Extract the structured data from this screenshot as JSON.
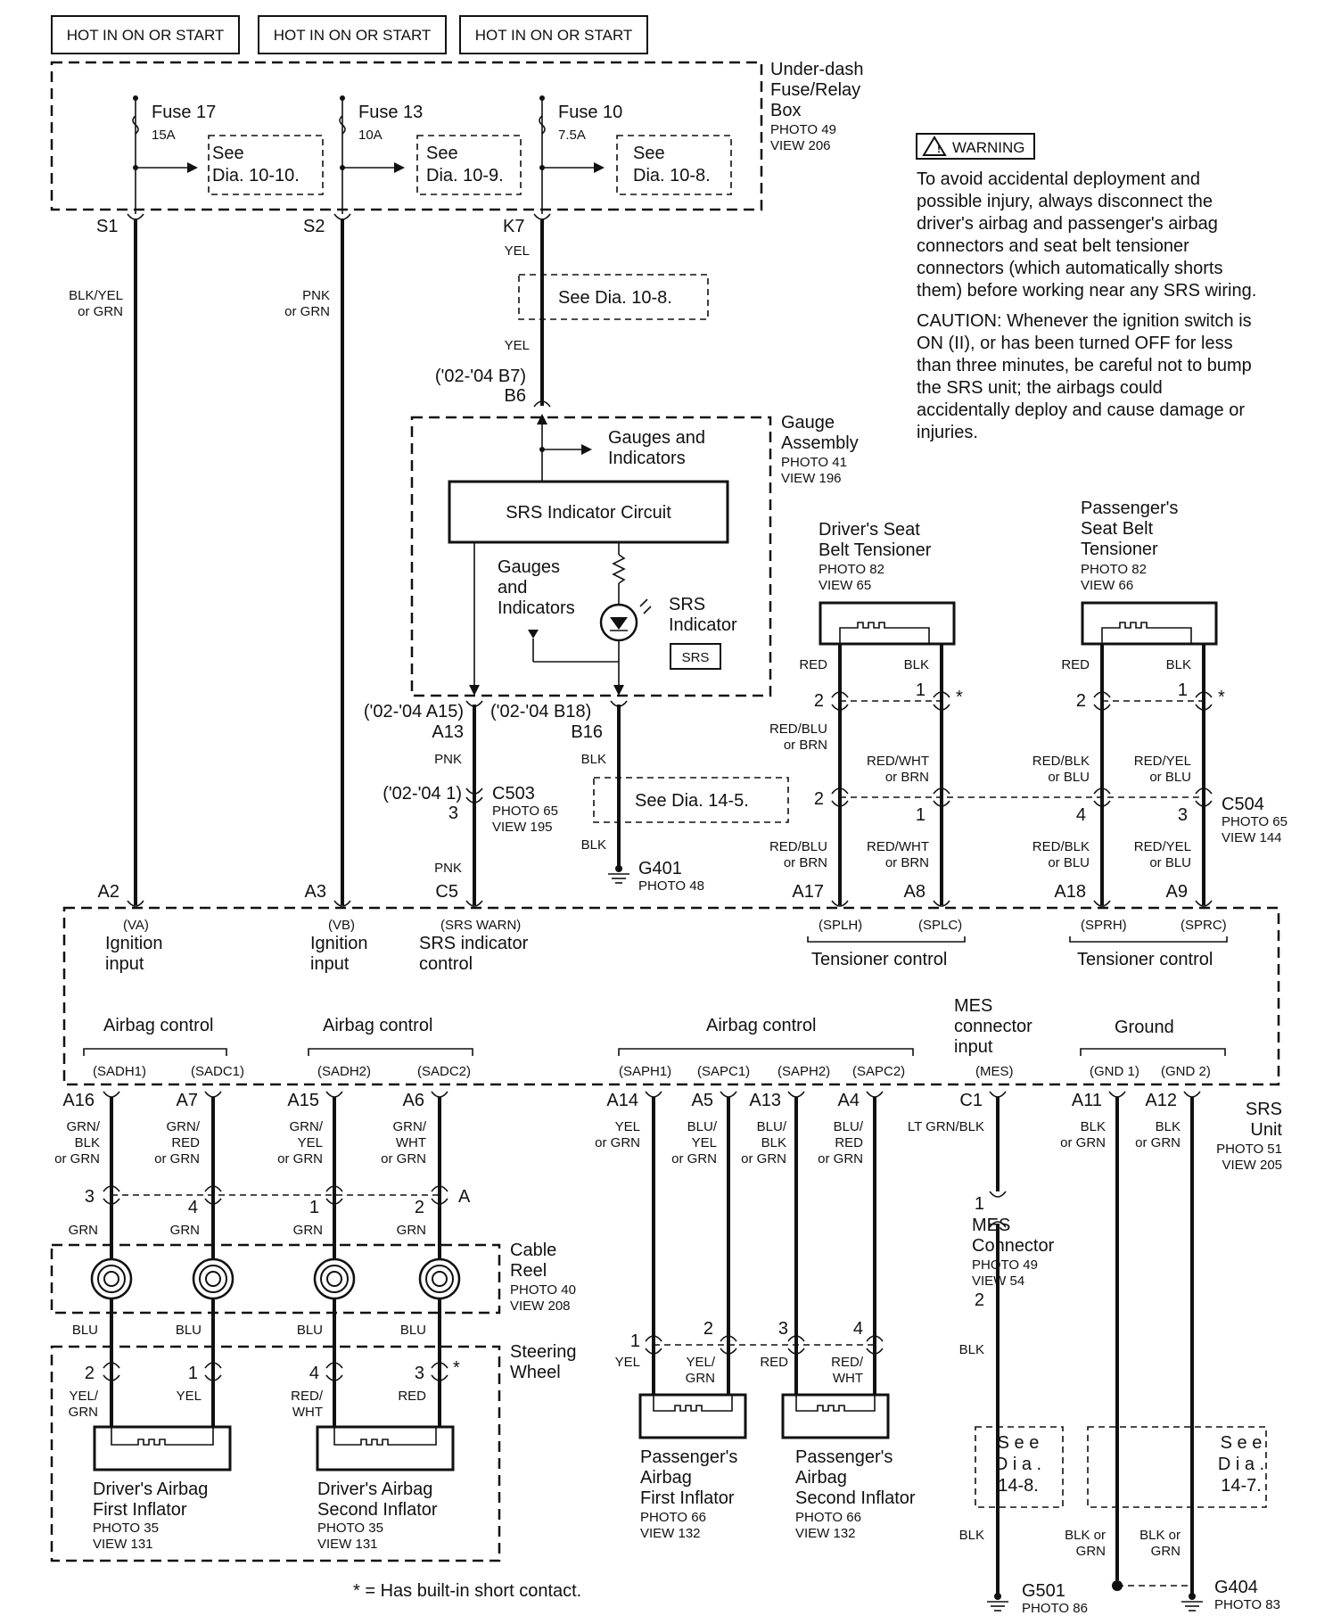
{
  "top": {
    "hot1": "HOT IN ON OR START",
    "hot2": "HOT IN ON OR START",
    "hot3": "HOT IN ON OR START"
  },
  "fusebox": {
    "title_line1": "Under-dash",
    "title_line2": "Fuse/Relay",
    "title_line3": "Box",
    "photo": "PHOTO 49",
    "view": "VIEW 206",
    "fuse17": "Fuse 17",
    "fuse17_amp": "15A",
    "fuse13": "Fuse 13",
    "fuse13_amp": "10A",
    "fuse10": "Fuse 10",
    "fuse10_amp": "7.5A",
    "see_word": "See",
    "dia_1010": "Dia.  10-10.",
    "dia_109": "Dia.  10-9.",
    "dia_108": "Dia.  10-8.",
    "pin_s1": "S1",
    "pin_s2": "S2",
    "pin_k7": "K7"
  },
  "warning": {
    "badge": "WARNING",
    "lines": [
      "To avoid accidental deployment and",
      "possible injury, always disconnect the",
      "driver's airbag and passenger's airbag",
      "connectors and seat belt tensioner",
      "connectors (which automatically shorts",
      "them) before working near any SRS wiring.",
      "CAUTION: Whenever the ignition switch is",
      "ON (II), or has been turned OFF for less",
      "than three minutes, be careful not to bump",
      "the SRS unit; the airbags could",
      "accidentally deploy and cause damage or",
      "injuries."
    ]
  },
  "wires_top": {
    "blkyel_1": "BLK/YEL",
    "blkyel_2": "or GRN",
    "pnk_1": "PNK",
    "pnk_2": "or GRN",
    "yel_a": "YEL",
    "see_108": "See Dia. 10-8.",
    "yel_b": "YEL",
    "b7": "('02-'04 B7)",
    "b6": "B6"
  },
  "gauge": {
    "title1": "Gauge",
    "title2": "Assembly",
    "photo": "PHOTO 41",
    "view": "VIEW 196",
    "gi_1": "Gauges and",
    "gi_2": "Indicators",
    "circuit": "SRS Indicator Circuit",
    "gi2_1": "Gauges",
    "gi2_2": "and",
    "gi2_3": "Indicators",
    "srs_1": "SRS",
    "srs_2": "Indicator",
    "srs_badge": "SRS",
    "a15": "('02-'04 A15)",
    "a13": "A13",
    "b18": "('02-'04 B18)",
    "b16": "B16",
    "pnk": "PNK",
    "blk": "BLK",
    "c503_alt": "('02-'04 1)",
    "c503": "C503",
    "c503_pin": "3",
    "c503_photo": "PHOTO 65",
    "c503_view": "VIEW 195",
    "see_145": "See Dia. 14-5.",
    "pnk2": "PNK",
    "blk2": "BLK",
    "g401": "G401",
    "g401_photo": "PHOTO 48"
  },
  "tensioners": {
    "drv_1": "Driver's Seat",
    "drv_2": "Belt Tensioner",
    "drv_photo": "PHOTO 82",
    "drv_view": "VIEW 65",
    "pas_1": "Passenger's",
    "pas_2": "Seat Belt",
    "pas_3": "Tensioner",
    "pas_photo": "PHOTO 82",
    "pas_view": "VIEW 66",
    "red1": "RED",
    "blk1": "BLK",
    "red2": "RED",
    "blk2": "BLK",
    "p2a": "2",
    "p1a": "1",
    "p2b": "2",
    "p1b": "1",
    "star1": "*",
    "star2": "*",
    "rb_1": "RED/BLU",
    "rb_2": "or BRN",
    "rw_1": "RED/WHT",
    "rw_2": "or BRN",
    "rbk_1": "RED/BLK",
    "rbk_2": "or BLU",
    "ry_1": "RED/YEL",
    "ry_2": "or BLU",
    "c2": "2",
    "c1": "1",
    "c4": "4",
    "c3": "3",
    "c504": "C504",
    "c504_photo": "PHOTO 65",
    "c504_view": "VIEW 144",
    "rb2_1": "RED/BLU",
    "rb2_2": "or BRN",
    "rw2_1": "RED/WHT",
    "rw2_2": "or BRN",
    "rbk2_1": "RED/BLK",
    "rbk2_2": "or BLU",
    "ry2_1": "RED/YEL",
    "ry2_2": "or BLU"
  },
  "srs_unit": {
    "a2": "A2",
    "a3": "A3",
    "c5": "C5",
    "a17": "A17",
    "a8": "A8",
    "a18": "A18",
    "a9": "A9",
    "va": "(VA)",
    "ign1_1": "Ignition",
    "ign1_2": "input",
    "vb": "(VB)",
    "ign2_1": "Ignition",
    "ign2_2": "input",
    "srswarn": "(SRS WARN)",
    "srsctl_1": "SRS indicator",
    "srsctl_2": "control",
    "splh": "(SPLH)",
    "splc": "(SPLC)",
    "tens1": "Tensioner control",
    "sprh": "(SPRH)",
    "sprc": "(SPRC)",
    "tens2": "Tensioner control",
    "abc1": "Airbag control",
    "abc2": "Airbag control",
    "abc3": "Airbag control",
    "mes_1": "MES",
    "mes_2": "connector",
    "mes_3": "input",
    "ground": "Ground",
    "sadh1": "(SADH1)",
    "sadc1": "(SADC1)",
    "sadh2": "(SADH2)",
    "sadc2": "(SADC2)",
    "saph1": "(SAPH1)",
    "sapc1": "(SAPC1)",
    "saph2": "(SAPH2)",
    "sapc2": "(SAPC2)",
    "mes": "(MES)",
    "gnd1": "(GND 1)",
    "gnd2": "(GND 2)",
    "title1": "SRS",
    "title2": "Unit",
    "photo": "PHOTO 51",
    "view": "VIEW 205"
  },
  "bottom": {
    "a16": "A16",
    "a7": "A7",
    "a15": "A15",
    "a6": "A6",
    "a14": "A14",
    "a5": "A5",
    "a13": "A13",
    "a4": "A4",
    "c1": "C1",
    "a11": "A11",
    "a12": "A12",
    "w_a16": [
      "GRN/",
      "BLK",
      "or GRN"
    ],
    "w_a7": [
      "GRN/",
      "RED",
      "or GRN"
    ],
    "w_a15": [
      "GRN/",
      "YEL",
      "or GRN"
    ],
    "w_a6": [
      "GRN/",
      "WHT",
      "or GRN"
    ],
    "w_a14": [
      "YEL",
      "or GRN"
    ],
    "w_a5": [
      "BLU/",
      "YEL",
      "or GRN"
    ],
    "w_a13": [
      "BLU/",
      "BLK",
      "or GRN"
    ],
    "w_a4": [
      "BLU/",
      "RED",
      "or GRN"
    ],
    "w_c1": "LT GRN/BLK",
    "w_a11": [
      "BLK",
      "or GRN"
    ],
    "w_a12": [
      "BLK",
      "or GRN"
    ],
    "pin3": "3",
    "pin4": "4",
    "pin1": "1",
    "pin2": "2",
    "pinA": "A",
    "grn1": "GRN",
    "grn2": "GRN",
    "grn3": "GRN",
    "grn4": "GRN",
    "reel_1": "Cable",
    "reel_2": "Reel",
    "reel_photo": "PHOTO 40",
    "reel_view": "VIEW 208",
    "blu1": "BLU",
    "blu2": "BLU",
    "blu3": "BLU",
    "blu4": "BLU",
    "sw_1": "Steering",
    "sw_2": "Wheel",
    "sp2": "2",
    "sp1": "1",
    "sp4": "4",
    "sp3": "3",
    "sstar": "*",
    "yg_1": "YEL/",
    "yg_2": "GRN",
    "yel": "YEL",
    "rw_1": "RED/",
    "rw_2": "WHT",
    "red": "RED",
    "dab1_1": "Driver's Airbag",
    "dab1_2": "First Inflator",
    "dab1_photo": "PHOTO 35",
    "dab1_view": "VIEW 131",
    "dab2_1": "Driver's Airbag",
    "dab2_2": "Second Inflator",
    "dab2_photo": "PHOTO 35",
    "dab2_view": "VIEW 131",
    "pp1": "1",
    "pp2": "2",
    "pp3": "3",
    "pp4": "4",
    "pyel": "YEL",
    "pyg_1": "YEL/",
    "pyg_2": "GRN",
    "pred": "RED",
    "prw_1": "RED/",
    "prw_2": "WHT",
    "pab1_1": "Passenger's",
    "pab1_2": "Airbag",
    "pab1_3": "First Inflator",
    "pab1_photo": "PHOTO 66",
    "pab1_view": "VIEW 132",
    "pab2_1": "Passenger's",
    "pab2_2": "Airbag",
    "pab2_3": "Second Inflator",
    "pab2_photo": "PHOTO 66",
    "pab2_view": "VIEW 132",
    "mes_pin1": "1",
    "mes_1": "MES",
    "mes_2": "Connector",
    "mes_photo": "PHOTO 49",
    "mes_view": "VIEW 54",
    "mes_pin2": "2",
    "mes_blk": "BLK",
    "see_148_1": "S e e",
    "see_148_2": "D i a .",
    "see_148_3": "14-8.",
    "see_147_1": "S e e",
    "see_147_2": "D i a .",
    "see_147_3": "14-7.",
    "blk_b": "BLK",
    "blkg1_1": "BLK or",
    "blkg1_2": "GRN",
    "blkg2_1": "BLK or",
    "blkg2_2": "GRN",
    "g501": "G501",
    "g501_photo": "PHOTO 86",
    "g404": "G404",
    "g404_photo": "PHOTO 83",
    "footnote": "* = Has built-in short contact."
  }
}
